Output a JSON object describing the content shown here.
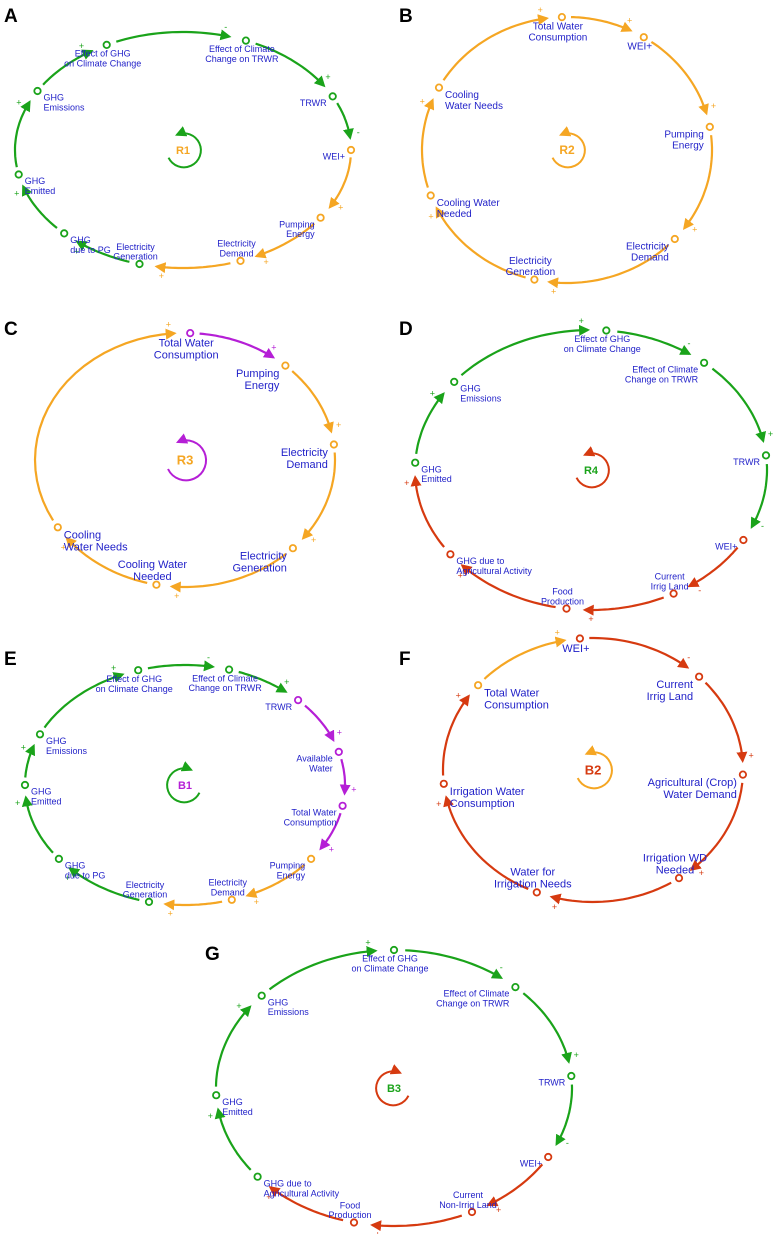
{
  "colors": {
    "green": "#1aa31a",
    "orange": "#f5a623",
    "magenta": "#b51fd6",
    "red": "#d63a10",
    "text": "#1f1fc8"
  },
  "panels": [
    {
      "id": "A",
      "loop": {
        "name": "R1",
        "color": "orange",
        "arrow_color": "green",
        "dir": "cw"
      },
      "nodes": [
        {
          "text": [
            "Effect of GHG",
            "on Climate Change"
          ]
        },
        {
          "text": [
            "Effect of Climate",
            "Change on TRWR"
          ]
        },
        {
          "text": [
            "TRWR"
          ]
        },
        {
          "text": [
            "WEI+"
          ]
        },
        {
          "text": [
            "Pumping",
            "Energy"
          ]
        },
        {
          "text": [
            "Electricity",
            "Demand"
          ]
        },
        {
          "text": [
            "Electricity",
            "Generation"
          ]
        },
        {
          "text": [
            "GHG",
            "due to PG"
          ]
        },
        {
          "text": [
            "GHG",
            "Emitted"
          ]
        },
        {
          "text": [
            "GHG",
            "Emissions"
          ]
        }
      ],
      "links": [
        {
          "color": "green",
          "sign": "-"
        },
        {
          "color": "green",
          "sign": "+"
        },
        {
          "color": "green",
          "sign": "-"
        },
        {
          "color": "orange",
          "sign": "+"
        },
        {
          "color": "orange",
          "sign": "+"
        },
        {
          "color": "orange",
          "sign": "+"
        },
        {
          "color": "green",
          "sign": "+"
        },
        {
          "color": "green",
          "sign": "+"
        },
        {
          "color": "green",
          "sign": "+"
        },
        {
          "color": "green",
          "sign": "+"
        }
      ]
    },
    {
      "id": "B",
      "loop": {
        "name": "R2",
        "color": "orange",
        "arrow_color": "orange",
        "dir": "cw"
      },
      "nodes": [
        {
          "text": [
            "Total Water",
            "Consumption"
          ]
        },
        {
          "text": [
            "WEI+"
          ]
        },
        {
          "text": [
            "Pumping",
            "Energy"
          ]
        },
        {
          "text": [
            "Electricity",
            "Demand"
          ]
        },
        {
          "text": [
            "Electricity",
            "Generation"
          ]
        },
        {
          "text": [
            "Cooling Water",
            "Needed"
          ]
        },
        {
          "text": [
            "Cooling",
            "Water Needs"
          ]
        }
      ],
      "links": [
        {
          "color": "orange",
          "sign": "+"
        },
        {
          "color": "orange",
          "sign": "+"
        },
        {
          "color": "orange",
          "sign": "+"
        },
        {
          "color": "orange",
          "sign": "+"
        },
        {
          "color": "orange",
          "sign": "+"
        },
        {
          "color": "orange",
          "sign": "+"
        },
        {
          "color": "orange",
          "sign": "+"
        }
      ]
    },
    {
      "id": "C",
      "loop": {
        "name": "R3",
        "color": "orange",
        "arrow_color": "magenta",
        "dir": "cw"
      },
      "nodes": [
        {
          "text": [
            "Total Water",
            "Consumption"
          ]
        },
        {
          "text": [
            "Pumping",
            "Energy"
          ]
        },
        {
          "text": [
            "Electricity",
            "Demand"
          ]
        },
        {
          "text": [
            "Electricity",
            "Generation"
          ]
        },
        {
          "text": [
            "Cooling Water",
            "Needed"
          ]
        },
        {
          "text": [
            "Cooling",
            "Water Needs"
          ]
        }
      ],
      "links": [
        {
          "color": "magenta",
          "sign": "+"
        },
        {
          "color": "orange",
          "sign": "+"
        },
        {
          "color": "orange",
          "sign": "+"
        },
        {
          "color": "orange",
          "sign": "+"
        },
        {
          "color": "orange",
          "sign": "+"
        },
        {
          "color": "orange",
          "sign": "+"
        }
      ]
    },
    {
      "id": "D",
      "loop": {
        "name": "R4",
        "color": "green",
        "arrow_color": "red",
        "dir": "cw"
      },
      "nodes": [
        {
          "text": [
            "Effect of GHG",
            "on Climate Change"
          ]
        },
        {
          "text": [
            "Effect of Climate",
            "Change on TRWR"
          ]
        },
        {
          "text": [
            "TRWR"
          ]
        },
        {
          "text": [
            "WEI+"
          ]
        },
        {
          "text": [
            "Current",
            "Irrig Land"
          ]
        },
        {
          "text": [
            "Food",
            "Production"
          ]
        },
        {
          "text": [
            "GHG due to",
            "Agricultural Activity"
          ]
        },
        {
          "text": [
            "GHG",
            "Emitted"
          ]
        },
        {
          "text": [
            "GHG",
            "Emissions"
          ]
        }
      ],
      "links": [
        {
          "color": "green",
          "sign": "-"
        },
        {
          "color": "green",
          "sign": "+"
        },
        {
          "color": "green",
          "sign": "-"
        },
        {
          "color": "red",
          "sign": "-"
        },
        {
          "color": "red",
          "sign": "+"
        },
        {
          "color": "red",
          "sign": "+"
        },
        {
          "color": "red",
          "sign": "+"
        },
        {
          "color": "green",
          "sign": "+"
        },
        {
          "color": "green",
          "sign": "+"
        }
      ]
    },
    {
      "id": "E",
      "loop": {
        "name": "B1",
        "color": "magenta",
        "arrow_color": "green",
        "dir": "ccw"
      },
      "nodes": [
        {
          "text": [
            "Effect of Climate",
            "Change on TRWR"
          ]
        },
        {
          "text": [
            "TRWR"
          ]
        },
        {
          "text": [
            "Available",
            "Water"
          ]
        },
        {
          "text": [
            "Total Water",
            "Consumption"
          ]
        },
        {
          "text": [
            "Pumping",
            "Energy"
          ]
        },
        {
          "text": [
            "Electricity",
            "Demand"
          ]
        },
        {
          "text": [
            "Electricity",
            "Generation"
          ]
        },
        {
          "text": [
            "GHG",
            "due to PG"
          ]
        },
        {
          "text": [
            "GHG",
            "Emitted"
          ]
        },
        {
          "text": [
            "GHG",
            "Emissions"
          ]
        },
        {
          "text": [
            "Effect of GHG",
            "on Climate Change"
          ]
        }
      ],
      "links": [
        {
          "color": "green",
          "sign": "+"
        },
        {
          "color": "magenta",
          "sign": "+"
        },
        {
          "color": "magenta",
          "sign": "+"
        },
        {
          "color": "magenta",
          "sign": "+"
        },
        {
          "color": "orange",
          "sign": "+"
        },
        {
          "color": "orange",
          "sign": "+"
        },
        {
          "color": "green",
          "sign": "+"
        },
        {
          "color": "green",
          "sign": "+"
        },
        {
          "color": "green",
          "sign": "+"
        },
        {
          "color": "green",
          "sign": "+"
        },
        {
          "color": "green",
          "sign": "-"
        }
      ]
    },
    {
      "id": "F",
      "loop": {
        "name": "B2",
        "color": "red",
        "arrow_color": "orange",
        "dir": "cw"
      },
      "nodes": [
        {
          "text": [
            "WEI+"
          ]
        },
        {
          "text": [
            "Current",
            "Irrig Land"
          ]
        },
        {
          "text": [
            "Agricultural (Crop)",
            "Water Demand"
          ]
        },
        {
          "text": [
            "Irrigation WD",
            "Needed"
          ]
        },
        {
          "text": [
            "Water for",
            "Irrigation Needs"
          ]
        },
        {
          "text": [
            "Irrigation Water",
            "Consumption"
          ]
        },
        {
          "text": [
            "Total Water",
            "Consumption"
          ]
        }
      ],
      "links": [
        {
          "color": "red",
          "sign": "-"
        },
        {
          "color": "red",
          "sign": "+"
        },
        {
          "color": "red",
          "sign": "+"
        },
        {
          "color": "red",
          "sign": "+"
        },
        {
          "color": "red",
          "sign": "+"
        },
        {
          "color": "red",
          "sign": "+"
        },
        {
          "color": "orange",
          "sign": "+"
        }
      ]
    },
    {
      "id": "G",
      "loop": {
        "name": "B3",
        "color": "green",
        "arrow_color": "red",
        "dir": "ccw"
      },
      "nodes": [
        {
          "text": [
            "Effect of GHG",
            "on Climate Change"
          ]
        },
        {
          "text": [
            "Effect of Climate",
            "Change on TRWR"
          ]
        },
        {
          "text": [
            "TRWR"
          ]
        },
        {
          "text": [
            "WEI+"
          ]
        },
        {
          "text": [
            "Current",
            "Non-Irrig Land"
          ]
        },
        {
          "text": [
            "Food",
            "Production"
          ]
        },
        {
          "text": [
            "GHG due to",
            "Agricultural Activity"
          ]
        },
        {
          "text": [
            "GHG",
            "Emitted"
          ]
        },
        {
          "text": [
            "GHG",
            "Emissions"
          ]
        }
      ],
      "links": [
        {
          "color": "green",
          "sign": "-"
        },
        {
          "color": "green",
          "sign": "+"
        },
        {
          "color": "green",
          "sign": "-"
        },
        {
          "color": "red",
          "sign": "+"
        },
        {
          "color": "red",
          "sign": "+"
        },
        {
          "color": "red",
          "sign": "+"
        },
        {
          "color": "green",
          "sign": "+"
        },
        {
          "color": "green",
          "sign": "+"
        },
        {
          "color": "green",
          "sign": "+"
        }
      ]
    }
  ]
}
